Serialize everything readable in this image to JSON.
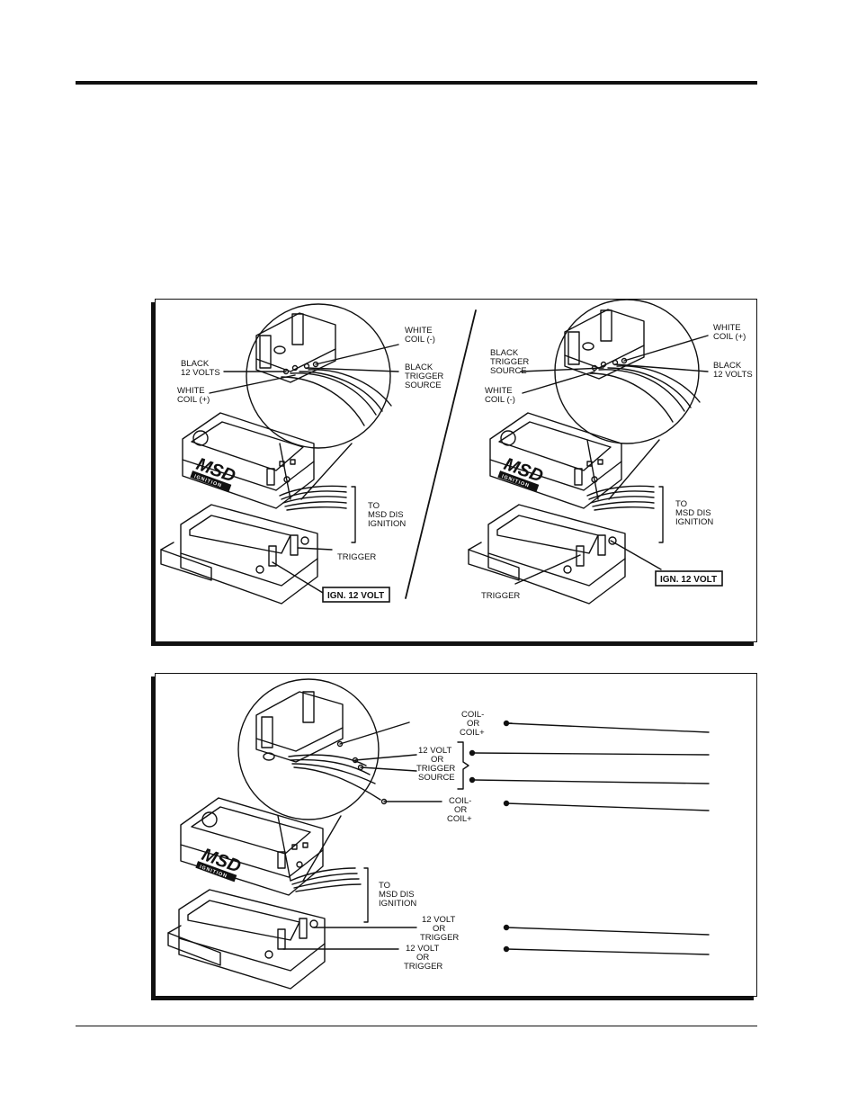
{
  "logo": {
    "brand": "MSD",
    "sub": "IGNITION"
  },
  "fig1": {
    "left": {
      "white_coil_minus": [
        "WHITE",
        "COIL (-)"
      ],
      "black_12_volts": [
        "BLACK",
        "12 VOLTS"
      ],
      "black_trigger_source": [
        "BLACK",
        "TRIGGER",
        "SOURCE"
      ],
      "white_coil_plus": [
        "WHITE",
        "COIL (+)"
      ],
      "to_msd_dis": [
        "TO",
        "MSD DIS",
        "IGNITION"
      ],
      "trigger": "TRIGGER",
      "ign_12_volt": "IGN. 12 VOLT"
    },
    "right": {
      "white_coil_plus": [
        "WHITE",
        "COIL (+)"
      ],
      "black_trigger_source": [
        "BLACK",
        "TRIGGER",
        "SOURCE"
      ],
      "black_12_volts": [
        "BLACK",
        "12 VOLTS"
      ],
      "white_coil_minus": [
        "WHITE",
        "COIL (-)"
      ],
      "to_msd_dis": [
        "TO",
        "MSD DIS",
        "IGNITION"
      ],
      "trigger": "TRIGGER",
      "ign_12_volt": "IGN. 12 VOLT"
    }
  },
  "fig2": {
    "coil_top": [
      "COIL-",
      "OR",
      "COIL+"
    ],
    "volt_trigger_source": [
      "12 VOLT",
      "OR",
      "TRIGGER",
      "SOURCE"
    ],
    "coil_bottom": [
      "COIL-",
      "OR",
      "COIL+"
    ],
    "to_msd_dis": [
      "TO",
      "MSD DIS",
      "IGNITION"
    ],
    "volt_trigger_1": [
      "12 VOLT",
      "OR",
      "TRIGGER"
    ],
    "volt_trigger_2": [
      "12 VOLT",
      "OR",
      "TRIGGER"
    ]
  }
}
